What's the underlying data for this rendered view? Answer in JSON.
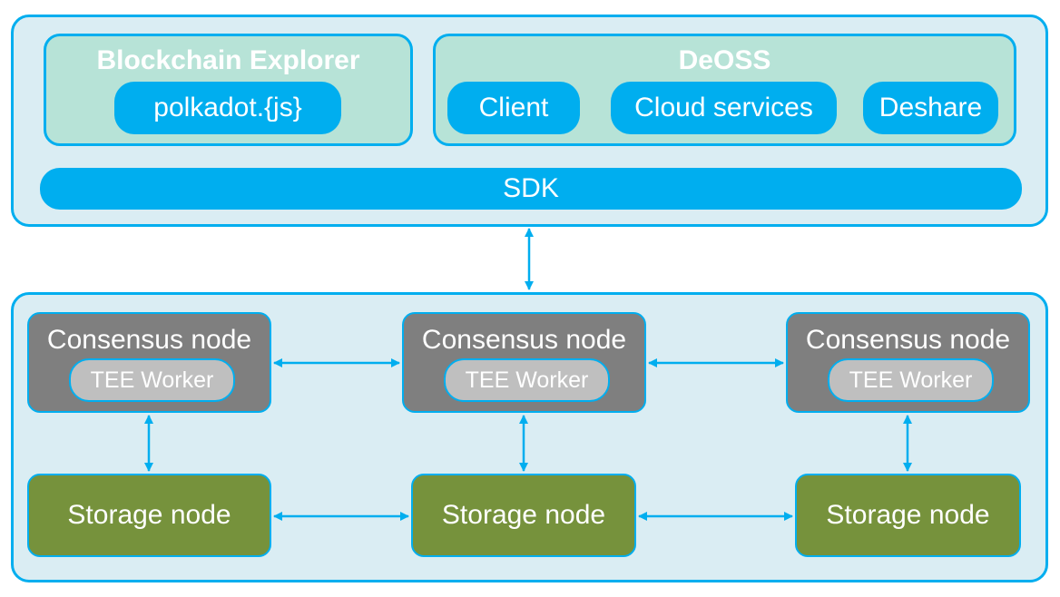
{
  "application_layer": {
    "blockchain_explorer": {
      "title": "Blockchain Explorer",
      "lib": "polkadot.{js}"
    },
    "deoss": {
      "title": "DeOSS",
      "items": [
        "Client",
        "Cloud services",
        "Deshare"
      ]
    },
    "sdk": "SDK"
  },
  "network_layer": {
    "consensus_nodes": [
      {
        "label": "Consensus node",
        "worker": "TEE Worker"
      },
      {
        "label": "Consensus node",
        "worker": "TEE Worker"
      },
      {
        "label": "Consensus node",
        "worker": "TEE Worker"
      }
    ],
    "storage_nodes": [
      {
        "label": "Storage node"
      },
      {
        "label": "Storage node"
      },
      {
        "label": "Storage node"
      }
    ]
  },
  "colors": {
    "accent": "#00aeef",
    "panel_bg": "#daedf3",
    "group_bg": "#b7e3d7",
    "consensus_bg": "#7f7f7f",
    "tee_bg": "#bfbfbf",
    "storage_bg": "#76923c"
  }
}
